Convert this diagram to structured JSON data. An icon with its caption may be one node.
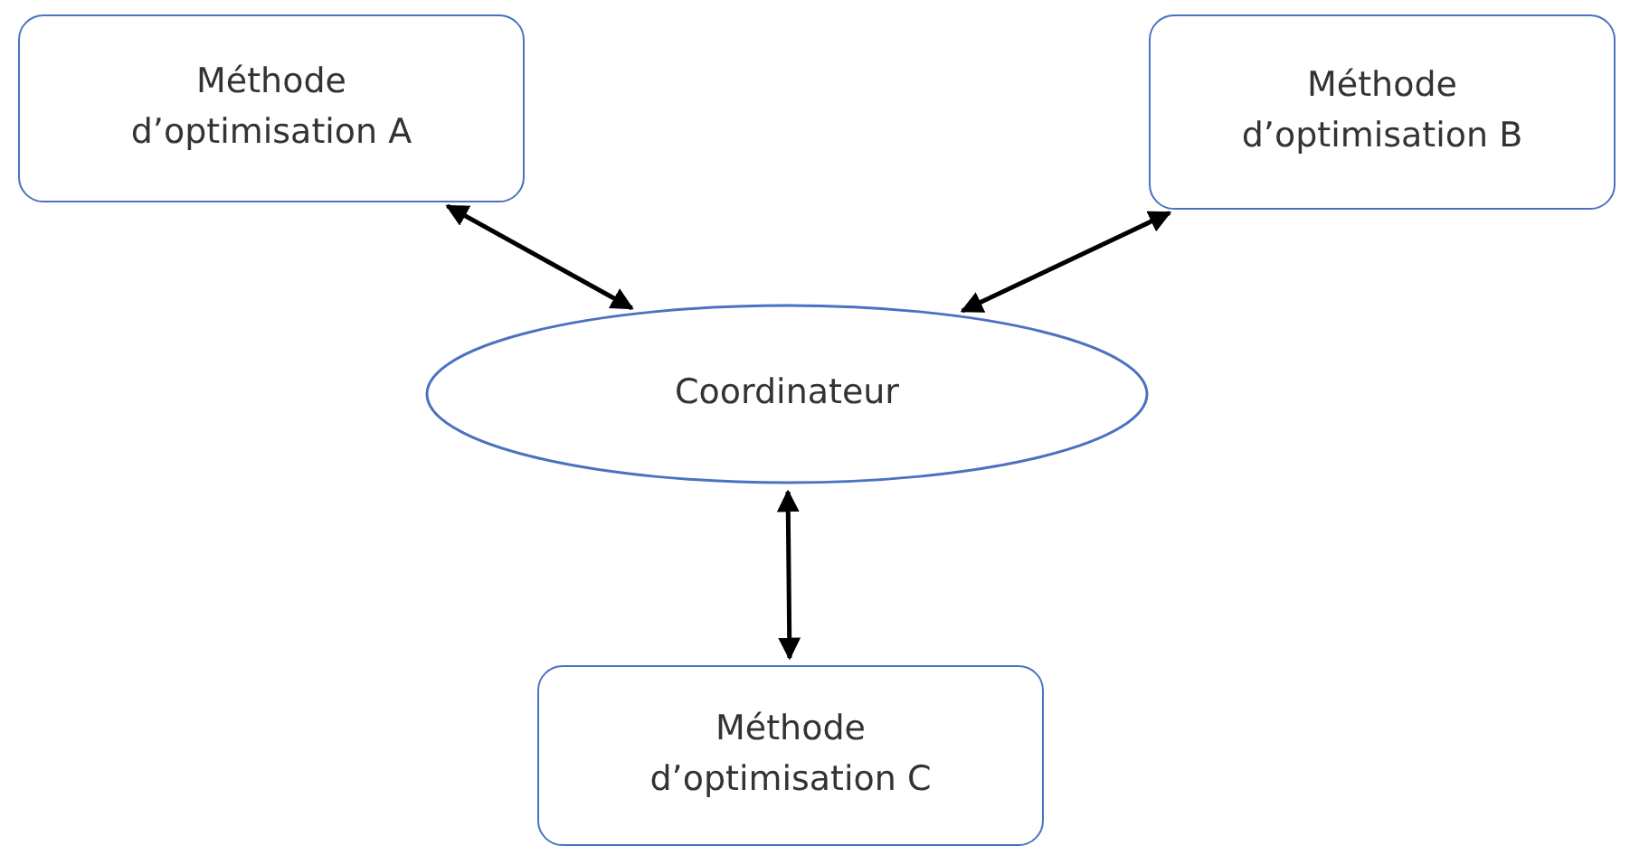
{
  "diagram": {
    "nodes": [
      {
        "text": [
          "Méthode d’optimisation A"
        ]
      },
      {
        "text": [
          "Méthode d’optimisation B"
        ]
      },
      {
        "text": [
          "Coordinateur"
        ]
      },
      {
        "text": [
          "Méthode d’optimisation C"
        ]
      }
    ],
    "edges": [
      {
        "from": 0,
        "to": 2,
        "arrow": "both"
      },
      {
        "from": 1,
        "to": 2,
        "arrow": "both"
      },
      {
        "from": 2,
        "to": 3,
        "arrow": "both"
      }
    ]
  }
}
